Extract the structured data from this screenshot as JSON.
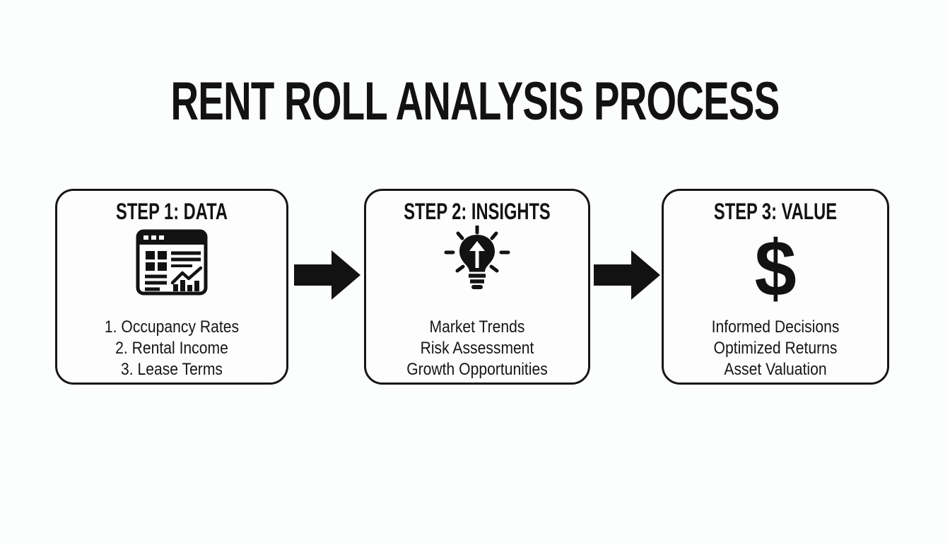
{
  "title": "RENT ROLL ANALYSIS PROCESS",
  "steps": [
    {
      "title": "STEP 1: DATA",
      "icon": "spreadsheet-window-icon",
      "items": [
        "1. Occupancy Rates",
        "2. Rental Income",
        "3. Lease Terms"
      ]
    },
    {
      "title": "STEP 2: INSIGHTS",
      "icon": "lightbulb-growth-icon",
      "items": [
        "Market Trends",
        "Risk Assessment",
        "Growth Opportunities"
      ]
    },
    {
      "title": "STEP 3: VALUE",
      "icon": "dollar-sign-icon",
      "dollar_glyph": "$",
      "items": [
        "Informed Decisions",
        "Optimized Returns",
        "Asset Valuation"
      ]
    }
  ],
  "colors": {
    "ink": "#121212",
    "background": "#fcfdfd"
  }
}
